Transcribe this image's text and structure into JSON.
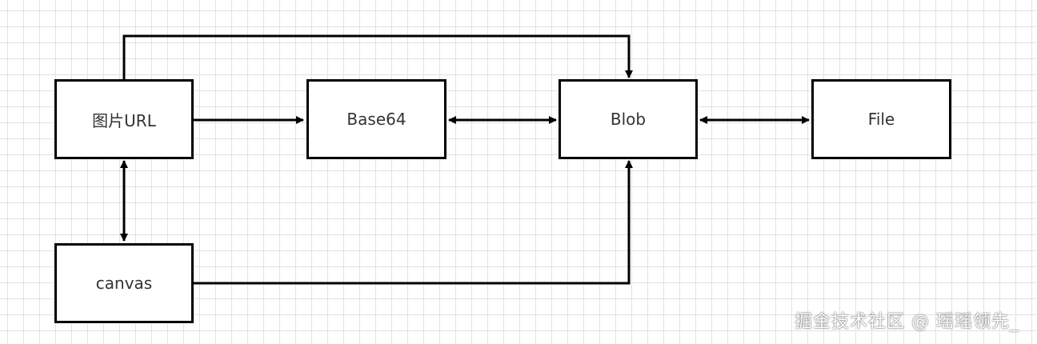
{
  "nodes": {
    "image_url": "图片URL",
    "base64": "Base64",
    "blob": "Blob",
    "file": "File",
    "canvas": "canvas"
  },
  "colors": {
    "stroke": "#000000",
    "text": "#333333",
    "grid": "#e2e2e2",
    "background": "#ffffff"
  },
  "watermark": "掘金技术社区 @ 瑶瑶领先_"
}
